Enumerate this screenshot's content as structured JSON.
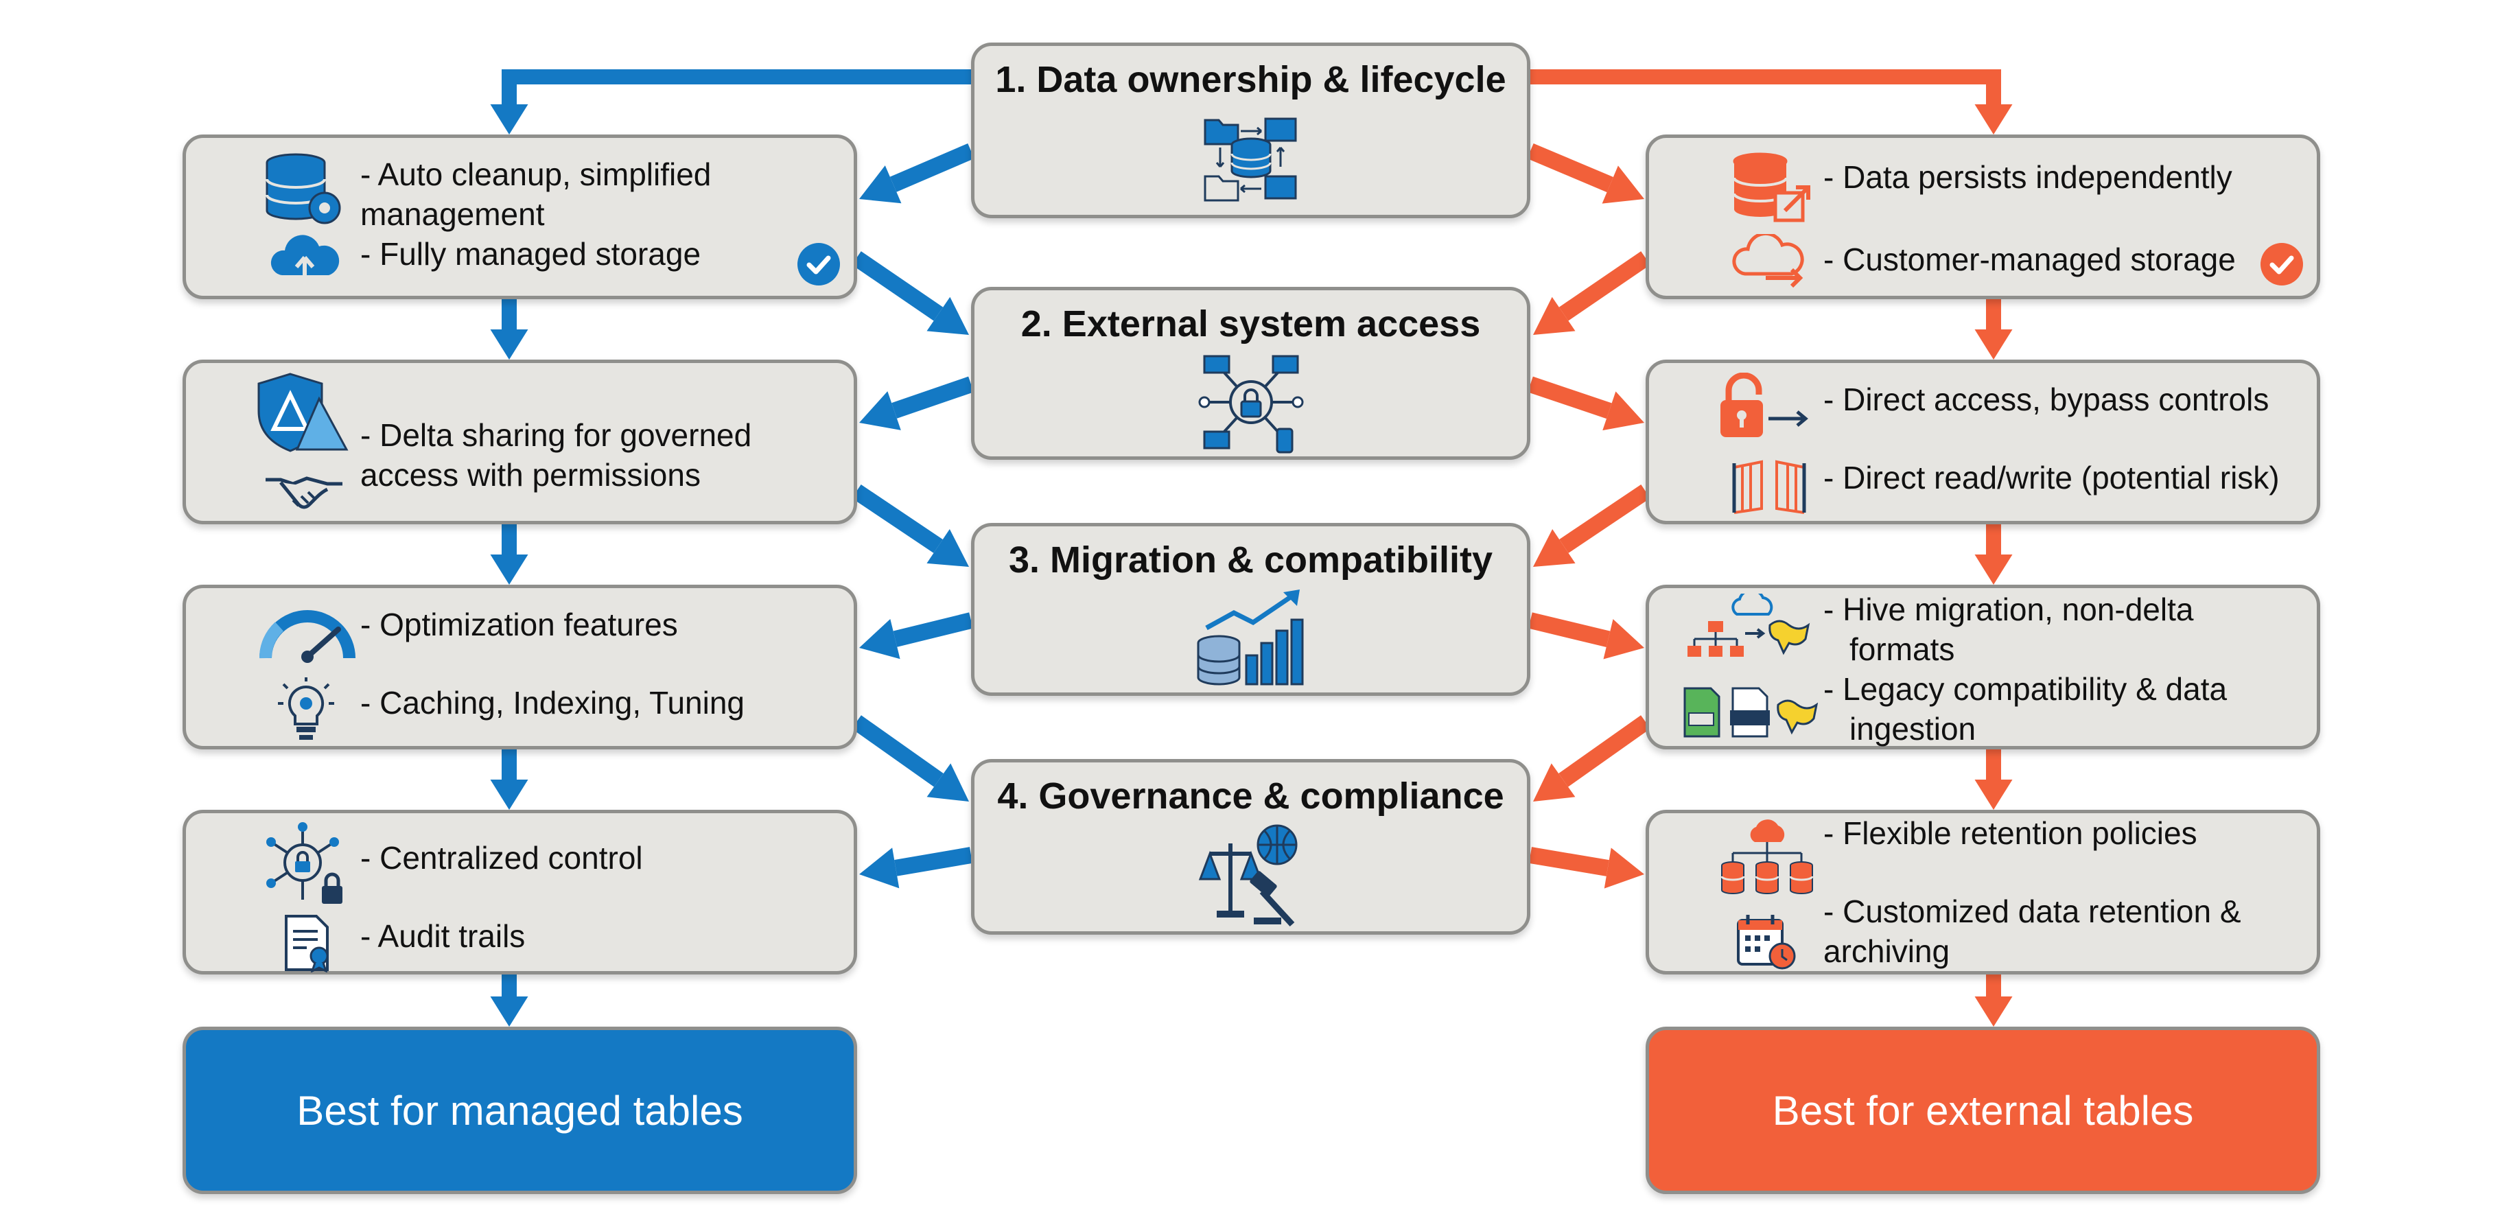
{
  "colors": {
    "managed": "#1479c4",
    "external": "#f2603a",
    "box_fill": "#e6e5e1",
    "box_border": "#8f8f8c",
    "icon_dark": "#1f3b5c"
  },
  "criteria": [
    {
      "title": "1. Data ownership & lifecycle",
      "icon": "folder-database-sync-icon"
    },
    {
      "title": "2. External system access",
      "icon": "network-lock-icon"
    },
    {
      "title": "3. Migration & compatibility",
      "icon": "database-growth-chart-icon"
    },
    {
      "title": "4. Governance & compliance",
      "icon": "scales-gavel-globe-icon"
    }
  ],
  "managed": {
    "rows": [
      {
        "lines": [
          "- Auto cleanup, simplified",
          "management",
          "- Fully managed storage"
        ],
        "icons": [
          "database-gear-icon",
          "cloud-upload-icon",
          "check-badge-icon"
        ]
      },
      {
        "lines": [
          "- Delta sharing for governed",
          "access with permissions"
        ],
        "icons": [
          "delta-shield-icon",
          "handshake-icon"
        ]
      },
      {
        "lines": [
          "- Optimization features",
          "- Caching, Indexing, Tuning"
        ],
        "icons": [
          "speedometer-icon",
          "lightbulb-gear-icon"
        ]
      },
      {
        "lines": [
          "- Centralized control",
          "- Audit trails"
        ],
        "icons": [
          "hub-lock-icon",
          "certificate-document-icon"
        ]
      }
    ],
    "final": "Best for managed tables"
  },
  "external": {
    "rows": [
      {
        "lines": [
          "- Data persists independently",
          "- Customer-managed storage"
        ],
        "icons": [
          "database-external-link-icon",
          "cloud-arrow-icon",
          "check-badge-icon"
        ]
      },
      {
        "lines": [
          "- Direct access, bypass controls",
          "- Direct read/write (potential risk)"
        ],
        "icons": [
          "unlocked-padlock-icon",
          "open-gate-icon"
        ]
      },
      {
        "lines": [
          "- Hive migration, non-delta",
          "formats",
          "- Legacy compatibility & data",
          "ingestion"
        ],
        "icons": [
          "hive-migration-icon",
          "legacy-files-icon"
        ]
      },
      {
        "lines": [
          "- Flexible retention policies",
          "- Customized data retention &",
          "archiving"
        ],
        "icons": [
          "cloud-databases-icon",
          "calendar-clock-icon"
        ]
      }
    ],
    "final": "Best for external tables"
  }
}
